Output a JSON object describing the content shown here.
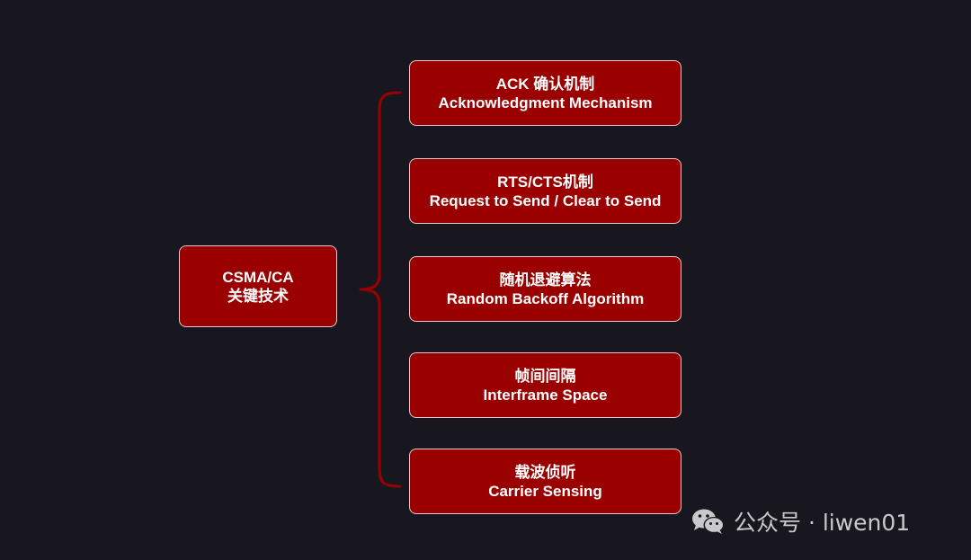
{
  "diagram": {
    "root": {
      "line1": "CSMA/CA",
      "line2": "关键技术"
    },
    "children": [
      {
        "line1": "ACK 确认机制",
        "line2": "Acknowledgment Mechanism"
      },
      {
        "line1": "RTS/CTS机制",
        "line2": "Request to Send / Clear to Send"
      },
      {
        "line1": "随机退避算法",
        "line2": "Random Backoff Algorithm"
      },
      {
        "line1": "帧间间隔",
        "line2": "Interframe Space"
      },
      {
        "line1": "载波侦听",
        "line2": "Carrier Sensing"
      }
    ],
    "colors": {
      "background": "#181720",
      "node_fill": "#9b0000",
      "node_border": "#e8c8c8",
      "connector": "#9b0000",
      "text": "#ffffff"
    }
  },
  "watermark": {
    "icon": "wechat-icon",
    "text": "公众号 · liwen01"
  }
}
